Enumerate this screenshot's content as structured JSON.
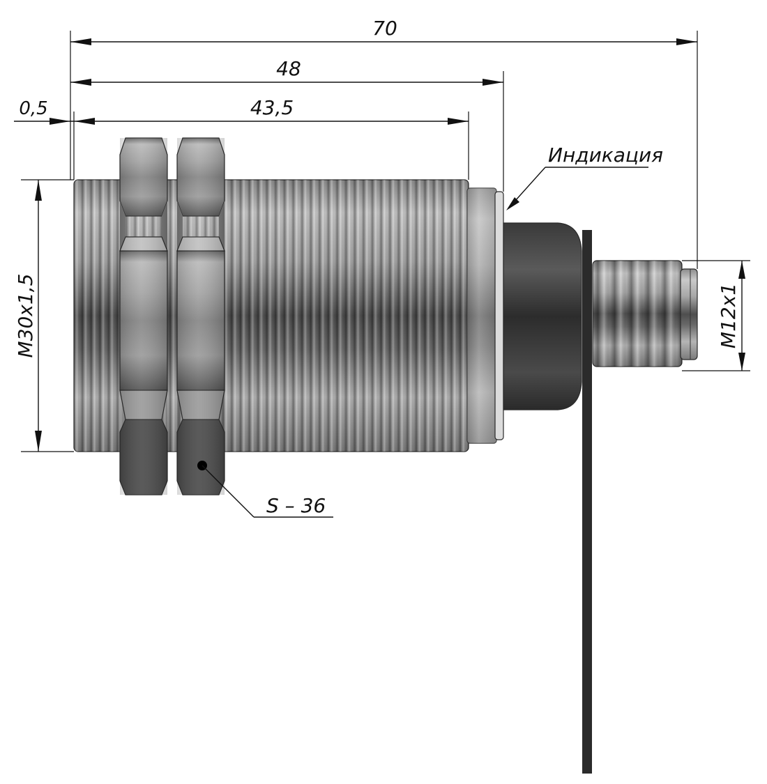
{
  "dimensions": {
    "overall_length": "70",
    "housing_length": "48",
    "thread_length": "43,5",
    "front_offset": "0,5",
    "body_thread": "M30x1,5",
    "connector_thread": "M12x1"
  },
  "callouts": {
    "indication": "Индикация",
    "wrench_size": "S – 36"
  }
}
